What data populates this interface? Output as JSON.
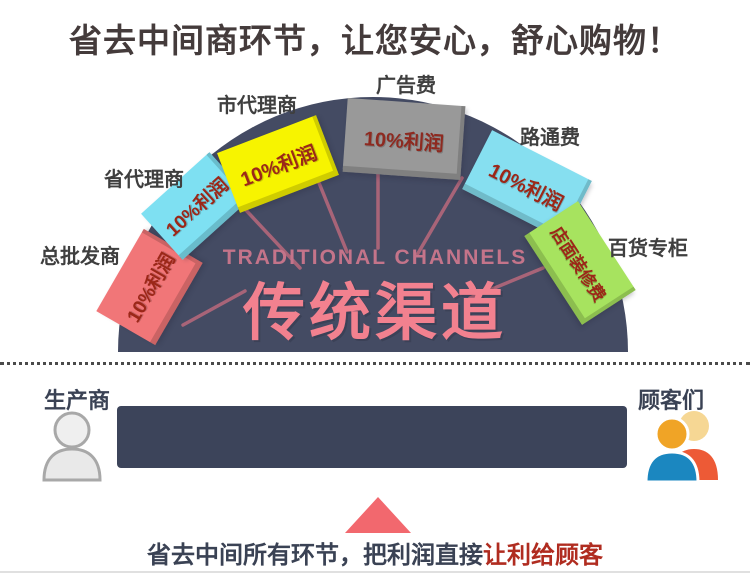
{
  "page": {
    "title": "省去中间商环节，让您安心，舒心购物！"
  },
  "funnel": {
    "title_en": "TRADITIONAL CHANNELS",
    "title_cn": "传统渠道",
    "channels": [
      {
        "label": "总批发商",
        "box_text": "10%利润",
        "color": "#f17678"
      },
      {
        "label": "省代理商",
        "box_text": "10%利润",
        "color": "#7ee0f2"
      },
      {
        "label": "市代理商",
        "box_text": "10%利润",
        "color": "#f7f400"
      },
      {
        "label": "广告费",
        "box_text": "10%利润",
        "color": "#999999"
      },
      {
        "label": "路通费",
        "box_text": "10%利润",
        "color": "#86dff0"
      },
      {
        "label": "百货专柜",
        "box_text": "店面装修费",
        "color": "#a7e35f"
      }
    ]
  },
  "flow": {
    "producer_label": "生产商",
    "customers_label": "顾客们",
    "producer_icon": "person-icon",
    "customers_icon": "people-icon",
    "arrow_icon": "right-arrow"
  },
  "footer": {
    "callout_dark": "省去中间所有环节，把利润直接",
    "callout_red": "让利给顾客"
  },
  "colors": {
    "title_text": "#443b3b",
    "semicircle": "#444b63",
    "flow_bar": "#3c445a",
    "arrow_pink": "#e8489a",
    "triangle": "#f2686e",
    "center_text_en": "#c4748a",
    "center_text_cn": "#f2818f",
    "box_text_red": "#9c2718",
    "footer_dark": "#3a4254",
    "footer_red": "#b02c20"
  }
}
